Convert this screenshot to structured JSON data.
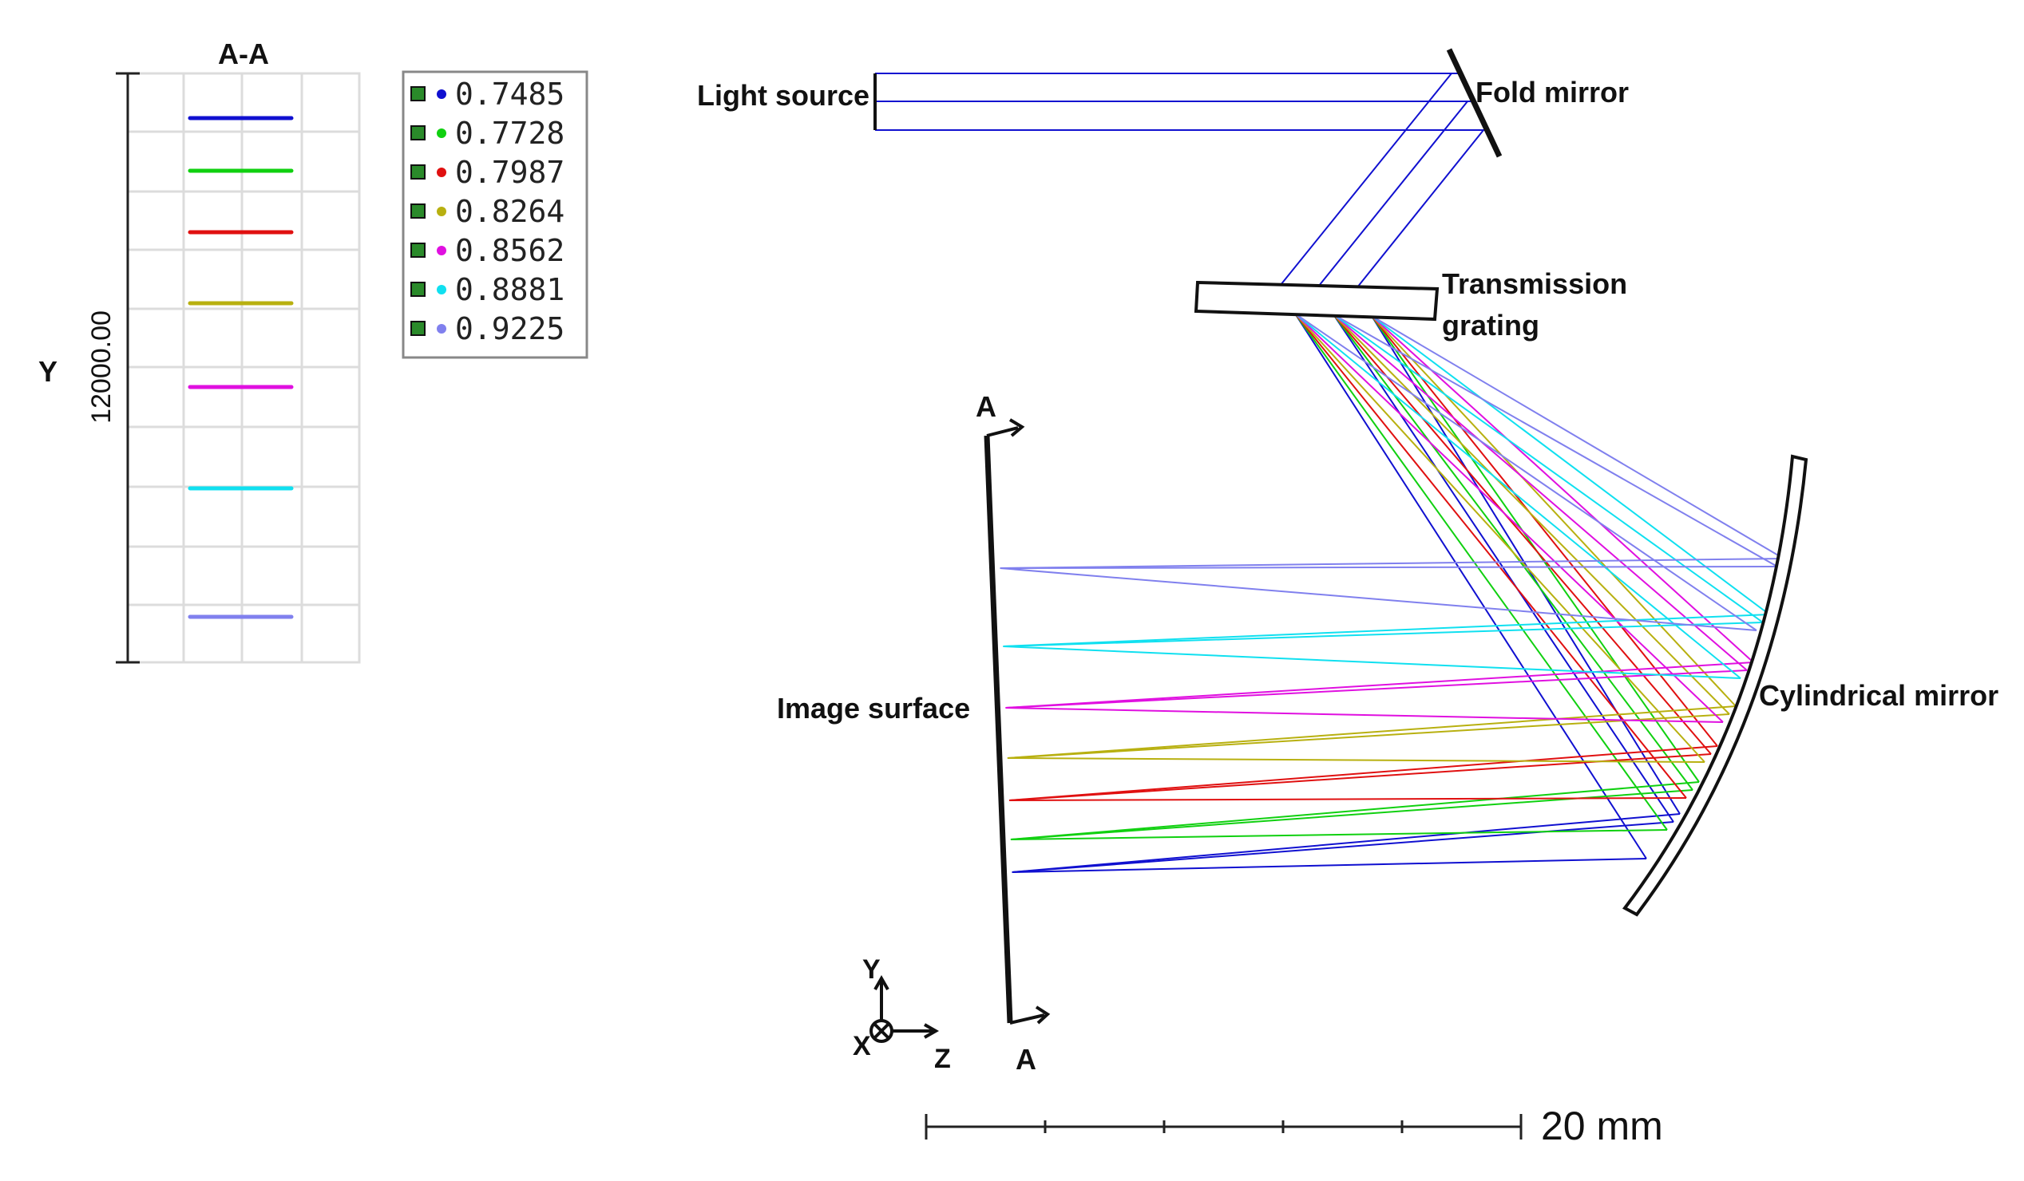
{
  "inset": {
    "title": "A-A",
    "y_axis_label": "Y",
    "y_scale_label": "12000.00"
  },
  "legend": {
    "entries": [
      {
        "value": "0.7485",
        "color": "#1010d0"
      },
      {
        "value": "0.7728",
        "color": "#10d010"
      },
      {
        "value": "0.7987",
        "color": "#e01010"
      },
      {
        "value": "0.8264",
        "color": "#b8b010"
      },
      {
        "value": "0.8562",
        "color": "#e010e0"
      },
      {
        "value": "0.8881",
        "color": "#10e0f0"
      },
      {
        "value": "0.9225",
        "color": "#8080ee"
      }
    ]
  },
  "labels": {
    "light_source": "Light source",
    "fold_mirror": "Fold mirror",
    "transmission": "Transmission",
    "grating": "grating",
    "image_surface": "Image surface",
    "cylindrical_mirror": "Cylindrical mirror",
    "section_a_top": "A",
    "section_a_bottom": "A"
  },
  "axes_indicator": {
    "y": "Y",
    "x": "X",
    "z": "Z"
  },
  "scale_bar": {
    "label": "20 mm"
  }
}
